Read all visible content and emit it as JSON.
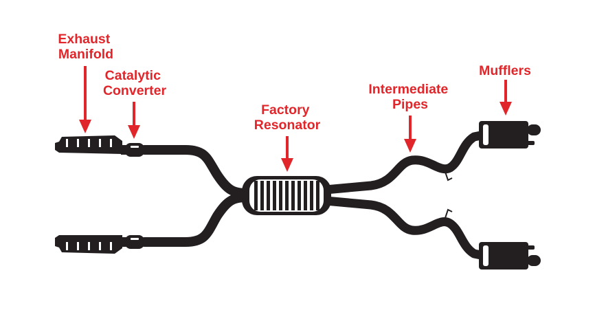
{
  "labels": {
    "exhaust_manifold": [
      "Exhaust",
      "Manifold"
    ],
    "catalytic_converter": [
      "Catalytic",
      "Converter"
    ],
    "factory_resonator": [
      "Factory",
      "Resonator"
    ],
    "intermediate_pipes": [
      "Intermediate",
      "Pipes"
    ],
    "mufflers": [
      "Mufflers"
    ]
  },
  "colors": {
    "label": "#e0262a",
    "part": "#231f20",
    "background": "#ffffff"
  }
}
